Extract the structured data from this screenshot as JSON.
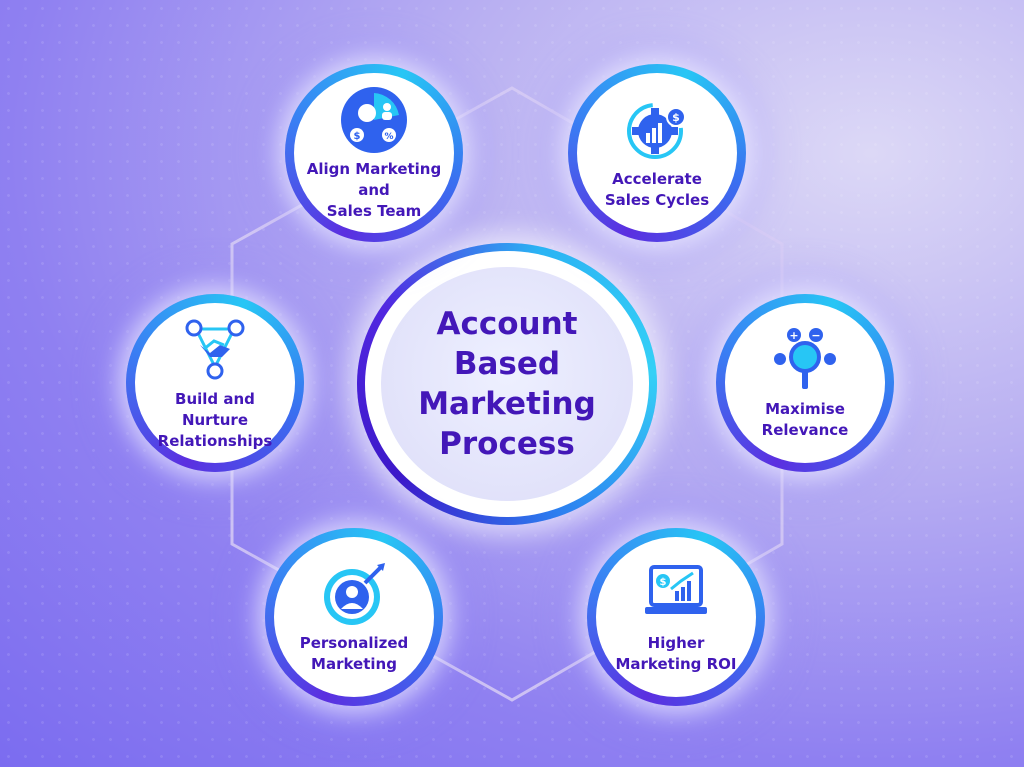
{
  "diagram": {
    "center_title": "Account\nBased\nMarketing\nProcess",
    "nodes": [
      {
        "id": "align",
        "label": "Align Marketing\nand\nSales Team"
      },
      {
        "id": "accelerate",
        "label": "Accelerate\nSales Cycles"
      },
      {
        "id": "build",
        "label": "Build and\nNurture\nRelationships"
      },
      {
        "id": "maximise",
        "label": "Maximise\nRelevance"
      },
      {
        "id": "personalized",
        "label": "Personalized\nMarketing"
      },
      {
        "id": "roi",
        "label": "Higher\nMarketing ROI"
      }
    ]
  },
  "colors": {
    "label": "#4317b8",
    "icon_primary": "#3a5ff0",
    "icon_accent": "#27c6f5",
    "background": "#8f80f1"
  },
  "icons": {
    "align": "pie-chart-team-icon",
    "accelerate": "gear-growth-icon",
    "build": "handshake-network-icon",
    "maximise": "magnifier-relevance-icon",
    "personalized": "target-person-icon",
    "roi": "laptop-growth-chart-icon"
  }
}
